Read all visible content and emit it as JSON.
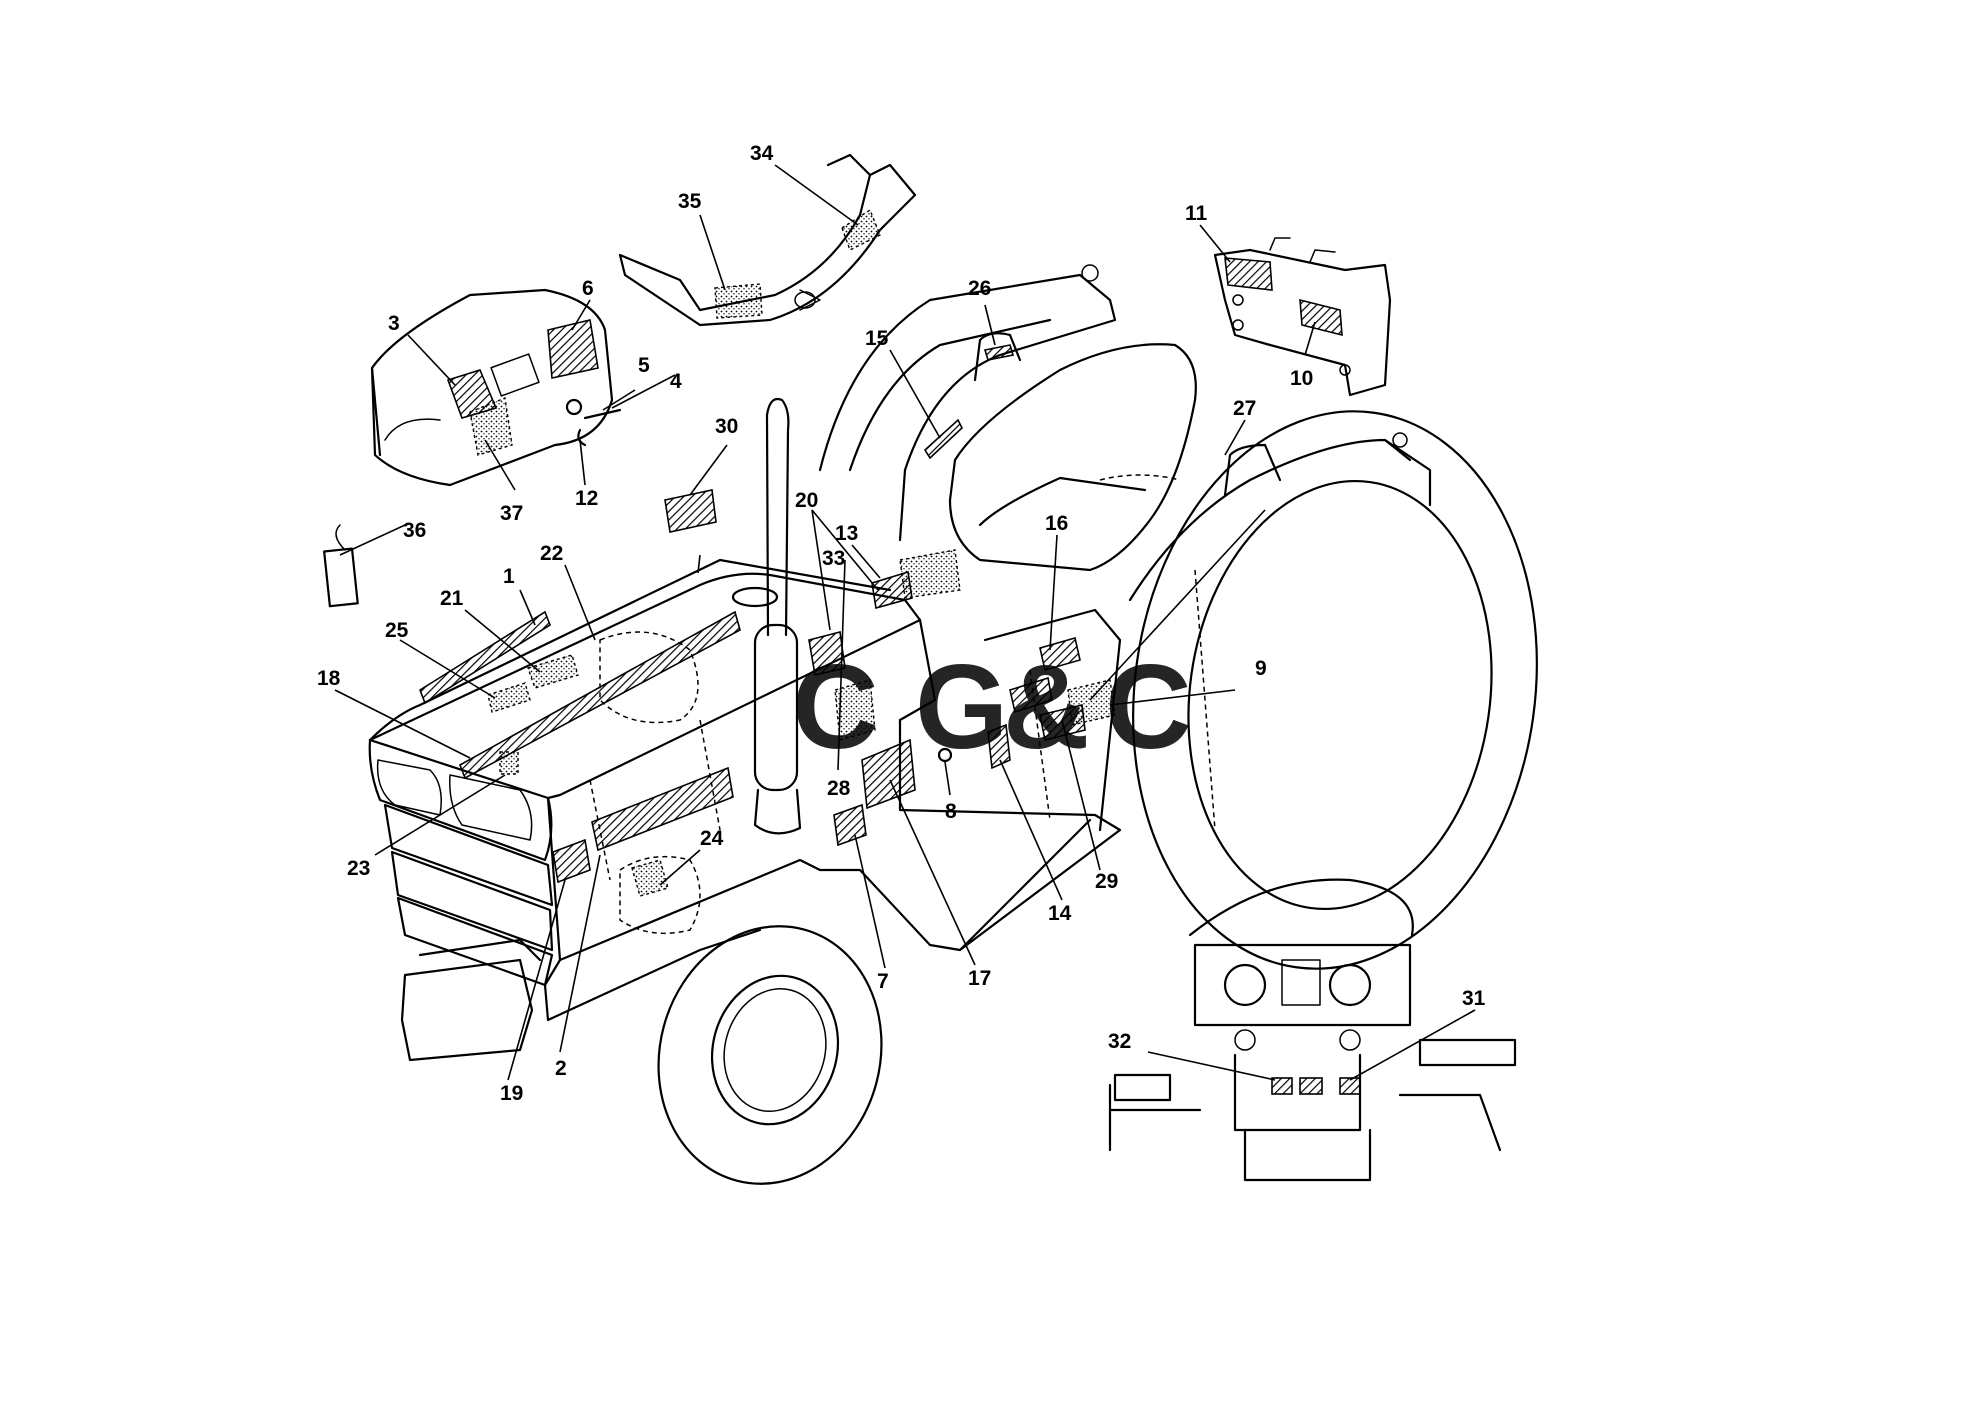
{
  "callouts": [
    {
      "id": "c1",
      "label": "1"
    },
    {
      "id": "c2",
      "label": "2"
    },
    {
      "id": "c3",
      "label": "3"
    },
    {
      "id": "c4",
      "label": "4"
    },
    {
      "id": "c5",
      "label": "5"
    },
    {
      "id": "c6",
      "label": "6"
    },
    {
      "id": "c7",
      "label": "7"
    },
    {
      "id": "c8",
      "label": "8"
    },
    {
      "id": "c9",
      "label": "9"
    },
    {
      "id": "c10",
      "label": "10"
    },
    {
      "id": "c11",
      "label": "11"
    },
    {
      "id": "c12",
      "label": "12"
    },
    {
      "id": "c13",
      "label": "13"
    },
    {
      "id": "c14",
      "label": "14"
    },
    {
      "id": "c15",
      "label": "15"
    },
    {
      "id": "c16",
      "label": "16"
    },
    {
      "id": "c17",
      "label": "17"
    },
    {
      "id": "c18",
      "label": "18"
    },
    {
      "id": "c19",
      "label": "19"
    },
    {
      "id": "c20",
      "label": "20"
    },
    {
      "id": "c21",
      "label": "21"
    },
    {
      "id": "c22",
      "label": "22"
    },
    {
      "id": "c23",
      "label": "23"
    },
    {
      "id": "c24",
      "label": "24"
    },
    {
      "id": "c25",
      "label": "25"
    },
    {
      "id": "c26",
      "label": "26"
    },
    {
      "id": "c27",
      "label": "27"
    },
    {
      "id": "c28",
      "label": "28"
    },
    {
      "id": "c29",
      "label": "29"
    },
    {
      "id": "c30",
      "label": "30"
    },
    {
      "id": "c31",
      "label": "31"
    },
    {
      "id": "c32",
      "label": "32"
    },
    {
      "id": "c33",
      "label": "33"
    },
    {
      "id": "c34",
      "label": "34"
    },
    {
      "id": "c35",
      "label": "35"
    },
    {
      "id": "c36",
      "label": "36"
    },
    {
      "id": "c37",
      "label": "37"
    }
  ],
  "watermark": {
    "letters": [
      {
        "char": "C",
        "color": "#4a86e8"
      },
      {
        "char": "G",
        "color": "#e06666"
      },
      {
        "char": "&",
        "color": "#f1c232"
      },
      {
        "char": "C",
        "color": "#6aa84f"
      }
    ]
  }
}
